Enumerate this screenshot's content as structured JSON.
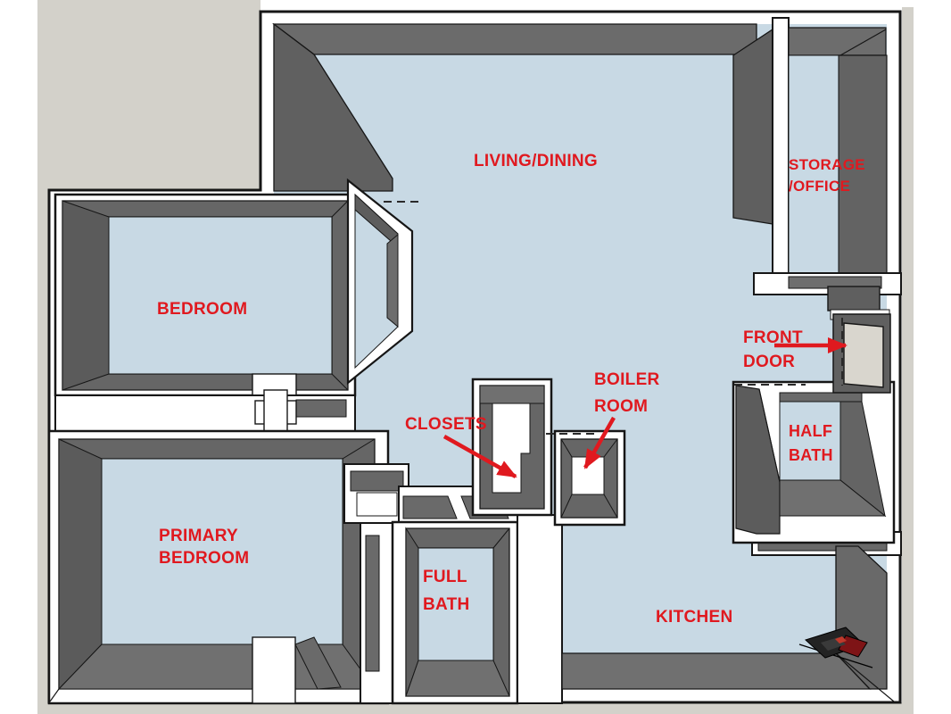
{
  "plan": {
    "type": "3d-floor-plan",
    "colors": {
      "floor_blue": "#c8d9e4",
      "wall_top_white": "#ffffff",
      "wall_face_gray": "#666666",
      "outline_black": "#161616",
      "exterior_ground_gray": "#d3d1ca",
      "label_red": "#e0191f",
      "front_door_panel_tan": "#d9d6ce"
    },
    "rooms": [
      {
        "id": "living-dining",
        "label": "LIVING/DINING"
      },
      {
        "id": "storage-office",
        "line1": "STORAGE",
        "line2": "/OFFICE"
      },
      {
        "id": "bedroom",
        "label": "BEDROOM"
      },
      {
        "id": "primary-bedroom",
        "line1": "PRIMARY",
        "line2": "BEDROOM"
      },
      {
        "id": "closets",
        "label": "CLOSETS",
        "annotation": "red arrow pointing into closet"
      },
      {
        "id": "boiler-room",
        "line1": "BOILER",
        "line2": "ROOM",
        "annotation": "red arrow pointing into boiler room"
      },
      {
        "id": "front-door",
        "line1": "FRONT",
        "line2": "DOOR",
        "annotation": "red arrow pointing at entry door"
      },
      {
        "id": "half-bath",
        "line1": "HALF",
        "line2": "BATH"
      },
      {
        "id": "full-bath",
        "line1": "FULL",
        "line2": "BATH"
      },
      {
        "id": "kitchen",
        "label": "KITCHEN"
      }
    ]
  }
}
